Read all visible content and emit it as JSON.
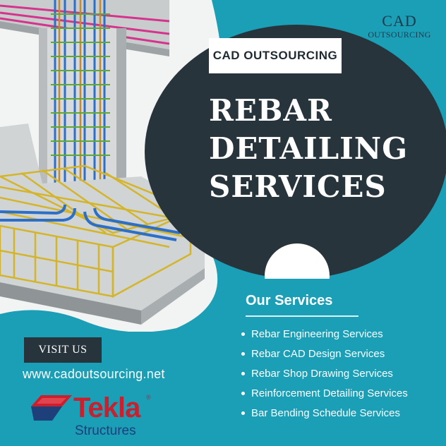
{
  "brand_logo": {
    "line1": "CAD",
    "line2": "OUTSOURCING"
  },
  "tag": "CAD OUTSOURCING",
  "title": {
    "line1": "REBAR",
    "line2": "DETAILING",
    "line3": "SERVICES"
  },
  "services": {
    "heading": "Our Services",
    "items": [
      "Rebar Engineering Services",
      "Rebar CAD Design Services",
      "Rebar Shop Drawing Services",
      "Reinforcement Detailing Services",
      "Bar Bending Schedule Services"
    ]
  },
  "cta": {
    "label": "VISIT US"
  },
  "website": "www.cadoutsourcing.net",
  "partner_logo": {
    "name": "Tekla",
    "sub": "Structures",
    "mark": "®"
  },
  "colors": {
    "background": "#1a9fb6",
    "dark": "#27343c",
    "accent_red": "#cc1f2d",
    "navy": "#1d3f7a"
  },
  "icons": {
    "illustration": "rebar-cage-illustration",
    "partner": "tekla-mark-icon"
  }
}
